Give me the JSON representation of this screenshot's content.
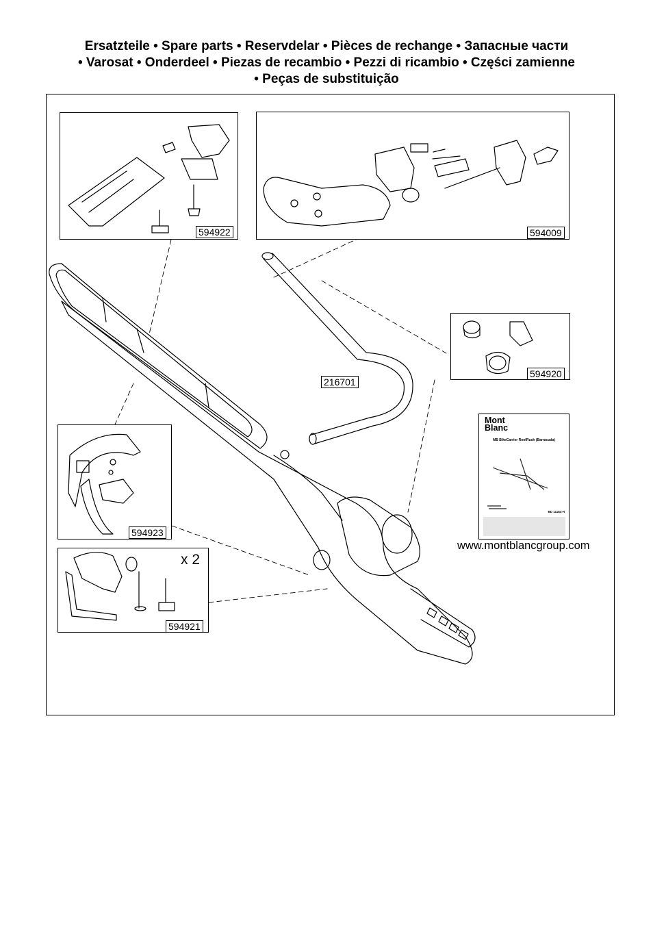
{
  "title": {
    "line1": "Ersatzteile • Spare parts • Reservdelar • Pièces de rechange • Запасные части",
    "line2": "• Varosat • Onderdeel • Piezas de recambio • Pezzi di ricambio • Części zamienne",
    "line3": "• Peças de substituição"
  },
  "parts": {
    "p594922": "594922",
    "p594009": "594009",
    "p594920": "594920",
    "p216701": "216701",
    "p594923": "594923",
    "p594921": "594921"
  },
  "multiplier": "x 2",
  "manual": {
    "brand_line1": "Mont",
    "brand_line2": "Blanc",
    "product": "MB BikeCarrier RoofRush (Barracuda)",
    "code": "BD 11184-H"
  },
  "website": "www.montblancgroup.com"
}
